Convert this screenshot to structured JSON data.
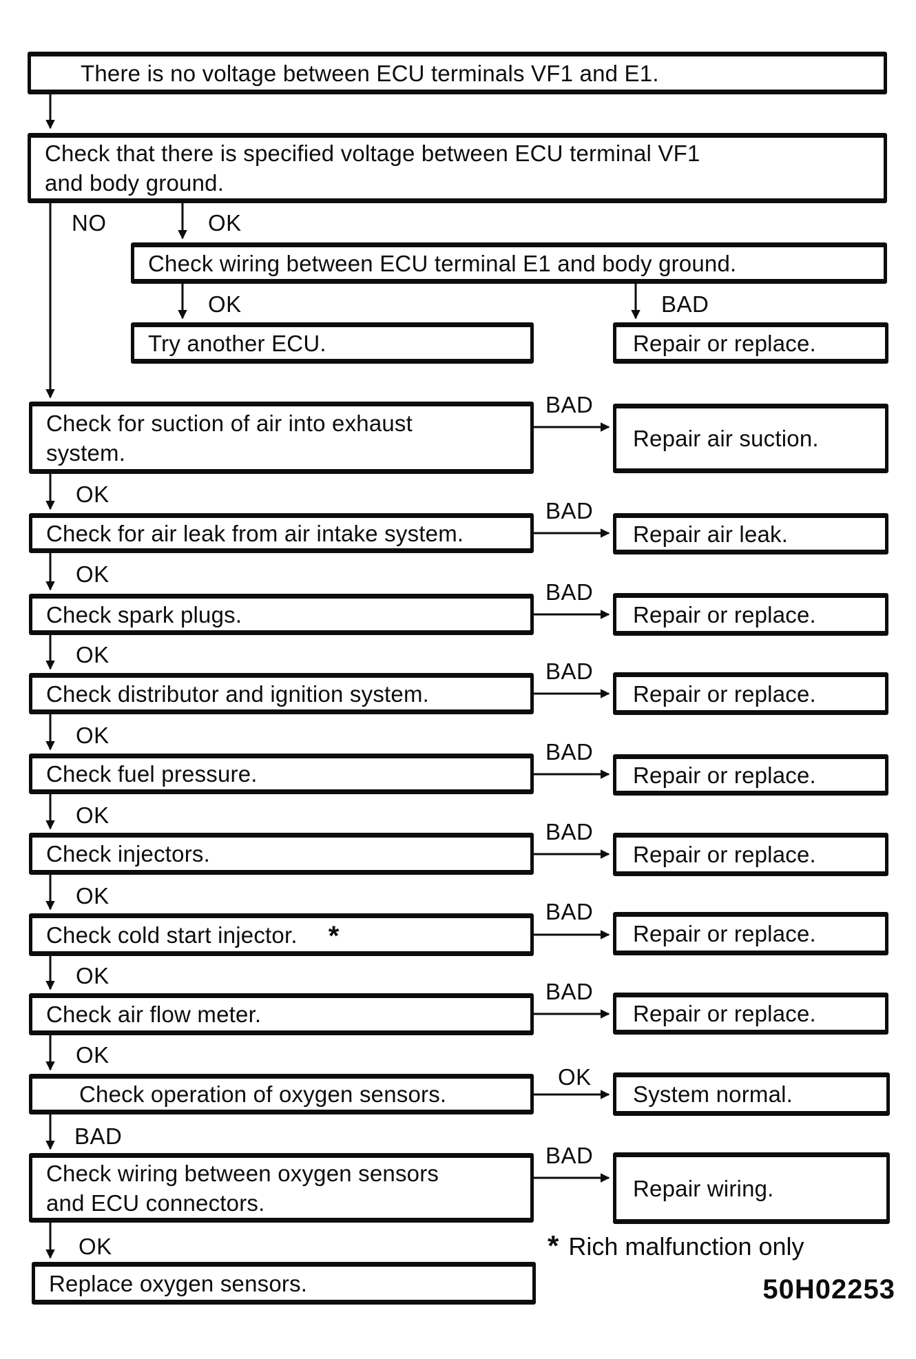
{
  "page": {
    "background": "#ffffff",
    "ink": "#0d0d0d"
  },
  "branch_labels": {
    "no": "NO",
    "ok": "OK",
    "bad": "BAD"
  },
  "nodes": {
    "start": {
      "lines": [
        "There is no voltage between ECU terminals VF1 and E1."
      ]
    },
    "check_vf1_voltage": {
      "lines": [
        "Check that there is specified voltage between ECU terminal VF1",
        "and body ground."
      ]
    },
    "check_e1_wiring": {
      "lines": [
        "Check wiring between ECU terminal E1 and body ground."
      ]
    },
    "try_another_ecu": {
      "lines": [
        "Try another ECU."
      ]
    },
    "repair_or_replace_e1": {
      "lines": [
        "Repair or replace."
      ]
    },
    "check_air_suction": {
      "lines": [
        "Check for suction of air into exhaust",
        "system."
      ]
    },
    "repair_air_suction": {
      "lines": [
        "Repair air suction."
      ]
    },
    "check_air_leak": {
      "lines": [
        "Check for air leak from air intake system."
      ]
    },
    "repair_air_leak": {
      "lines": [
        "Repair air leak."
      ]
    },
    "check_spark_plugs": {
      "lines": [
        "Check spark plugs."
      ]
    },
    "repair_spark_plugs": {
      "lines": [
        "Repair or replace."
      ]
    },
    "check_distributor": {
      "lines": [
        "Check distributor and ignition system."
      ]
    },
    "repair_distributor": {
      "lines": [
        "Repair or replace."
      ]
    },
    "check_fuel_pressure": {
      "lines": [
        "Check fuel pressure."
      ]
    },
    "repair_fuel_pressure": {
      "lines": [
        "Repair or replace."
      ]
    },
    "check_injectors": {
      "lines": [
        "Check injectors."
      ]
    },
    "repair_injectors": {
      "lines": [
        "Repair or replace."
      ]
    },
    "check_cold_start_injector": {
      "lines": [
        "Check cold start injector."
      ],
      "mark": "*"
    },
    "repair_cold_start_injector": {
      "lines": [
        "Repair or replace."
      ]
    },
    "check_air_flow_meter": {
      "lines": [
        "Check air flow meter."
      ]
    },
    "repair_air_flow_meter": {
      "lines": [
        "Repair or replace."
      ]
    },
    "check_oxygen_sensors": {
      "lines": [
        "Check operation of oxygen sensors."
      ]
    },
    "system_normal": {
      "lines": [
        "System normal."
      ]
    },
    "check_oxygen_wiring": {
      "lines": [
        "Check wiring between oxygen sensors",
        "and ECU connectors."
      ]
    },
    "repair_wiring": {
      "lines": [
        "Repair wiring."
      ]
    },
    "replace_oxygen_sensors": {
      "lines": [
        "Replace oxygen sensors."
      ]
    }
  },
  "footnote": {
    "mark": "*",
    "text": "Rich malfunction only"
  },
  "figure_code": "50H02253"
}
